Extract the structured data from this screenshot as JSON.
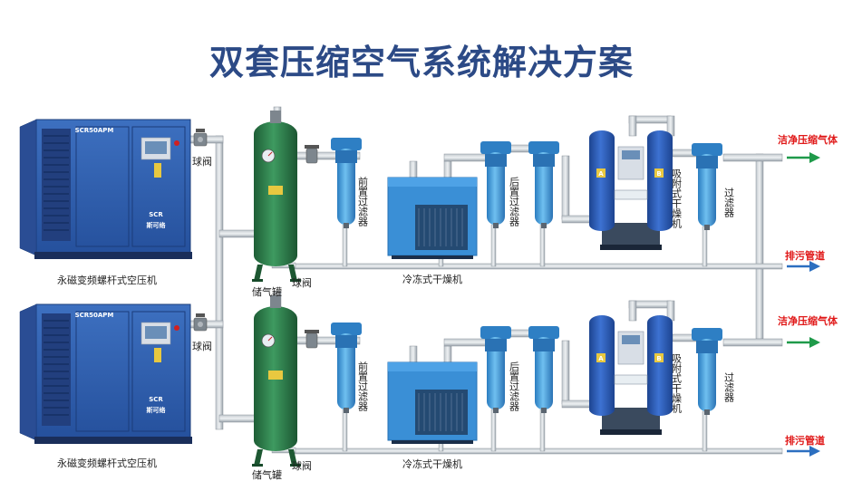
{
  "title": "双套压缩空气系统解决方案",
  "colors": {
    "title": "#2c4a86",
    "pipe": "#9aa3ab",
    "compressor": "#2f5fae",
    "tank": "#2a7a48",
    "filter": "#3f9ad8",
    "dryer": "#3a8fd6",
    "adsorption": "#2a5ab8",
    "clean_arrow": "#1f9a4a",
    "drain_arrow": "#2c6fc0",
    "red_text": "#e01818"
  },
  "units": [
    {
      "compressor": {
        "label": "永磁变频螺杆式空压机",
        "model": "SCR50APM",
        "brand": "斯可络",
        "logo": "SCR"
      },
      "valve_out": "球阀",
      "tank": "储气罐",
      "valve_tank": "球阀",
      "pre_filter": "前置过滤器",
      "fridge_dryer": "冷冻式干燥机",
      "post_filter": "后置过滤器",
      "adsorption_dryer": "吸附式干燥机",
      "final_filter": "过滤器",
      "clean_air": "洁净压缩气体",
      "drain": "排污管道"
    },
    {
      "compressor": {
        "label": "永磁变频螺杆式空压机",
        "model": "SCR50APM",
        "brand": "斯可络",
        "logo": "SCR"
      },
      "valve_out": "球阀",
      "tank": "储气罐",
      "valve_tank": "球阀",
      "pre_filter": "前置过滤器",
      "fridge_dryer": "冷冻式干燥机",
      "post_filter": "后置过滤器",
      "adsorption_dryer": "吸附式干燥机",
      "final_filter": "过滤器",
      "clean_air": "洁净压缩气体",
      "drain": "排污管道"
    }
  ]
}
